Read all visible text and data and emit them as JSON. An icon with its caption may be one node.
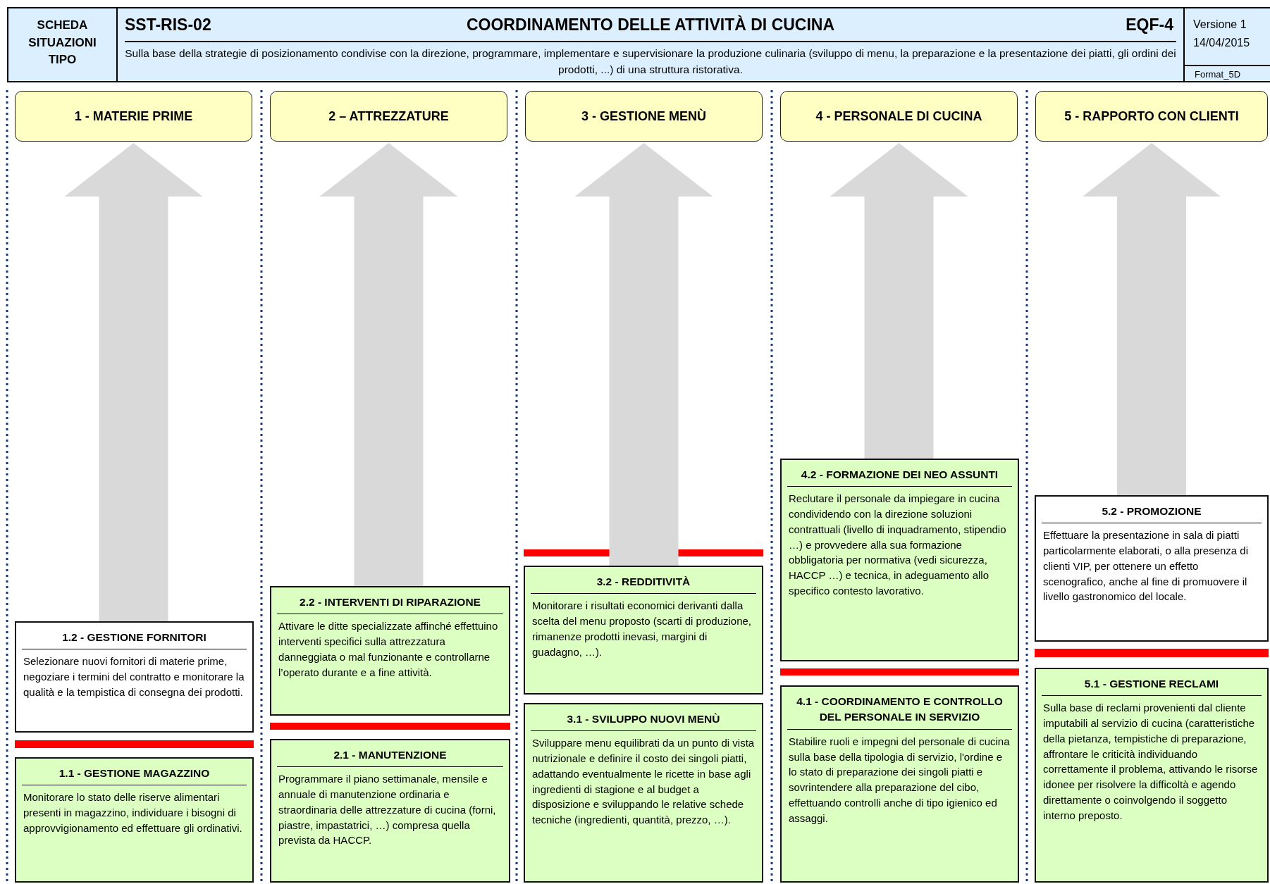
{
  "diagram": {
    "title": "COORDINAMENTO DELLE ATTIVITÀ DI CUCINA",
    "nodes": [
      {
        "text": [
          "1 - MATERIE PRIME"
        ]
      },
      {
        "text": [
          "2 – ATTREZZATURE"
        ]
      },
      {
        "text": [
          "3 - GESTIONE MENÙ"
        ]
      },
      {
        "text": [
          "4 - PERSONALE DI CUCINA"
        ]
      },
      {
        "text": [
          "5 - RAPPORTO CON CLIENTI"
        ]
      },
      {
        "text": [
          "1.2 - GESTIONE FORNITORI",
          "Selezionare nuovi fornitori di materie prime, negoziare i termini del contratto e monitorare la qualità e la tempistica di consegna dei prodotti."
        ]
      },
      {
        "text": [
          "1.1 - GESTIONE MAGAZZINO",
          "Monitorare lo stato delle riserve alimentari presenti in magazzino, individuare i bisogni di approvvigionamento ed effettuare gli ordinativi."
        ]
      },
      {
        "text": [
          "2.2 - INTERVENTI DI RIPARAZIONE",
          "Attivare le ditte specializzate affinché effettuino interventi specifici sulla attrezzatura danneggiata o mal funzionante e controllarne l’operato durante e a fine attività."
        ]
      },
      {
        "text": [
          "2.1 - MANUTENZIONE",
          "Programmare il piano settimanale, mensile e annuale di manutenzione ordinaria e straordinaria delle attrezzature di cucina (forni, piastre, impastatrici, …) compresa quella prevista da HACCP."
        ]
      },
      {
        "text": [
          "3.2 - REDDITIVITÀ",
          "Monitorare i risultati economici derivanti dalla scelta del menu proposto (scarti di produzione, rimanenze prodotti inevasi, margini di guadagno, …)."
        ]
      },
      {
        "text": [
          "3.1 - SVILUPPO NUOVI MENÙ",
          "Sviluppare menu equilibrati da un punto di vista nutrizionale e definire il costo dei singoli piatti, adattando eventualmente le ricette in base agli ingredienti di stagione e al budget a disposizione e sviluppando le relative schede tecniche (ingredienti, quantità, prezzo, …)."
        ]
      },
      {
        "text": [
          "4.2 - FORMAZIONE DEI NEO ASSUNTI",
          "Reclutare il personale da impiegare in cucina condividendo con la direzione soluzioni contrattuali (livello di inquadramento, stipendio …) e provvedere alla sua formazione obbligatoria per normativa (vedi sicurezza, HACCP …) e tecnica, in adeguamento allo specifico contesto lavorativo."
        ]
      },
      {
        "text": [
          "4.1 - COORDINAMENTO E CONTROLLO DEL PERSONALE IN SERVIZIO",
          "Stabilire ruoli e impegni del personale di cucina sulla base della tipologia di servizio, l'ordine e lo stato di preparazione dei singoli piatti e sovrintendere alla preparazione del cibo, effettuando controlli anche di tipo igienico ed assaggi."
        ]
      },
      {
        "text": [
          "5.2 - PROMOZIONE",
          "Effettuare la presentazione in sala di piatti particolarmente elaborati, o alla presenza di clienti VIP, per ottenere un effetto scenografico, anche al fine di promuovere il livello gastronomico del locale."
        ]
      },
      {
        "text": [
          "5.1 - GESTIONE RECLAMI",
          "Sulla base di reclami provenienti dal cliente imputabili al servizio di cucina (caratteristiche della pietanza, tempistiche di preparazione, affrontare le criticità individuando correttamente il problema, attivando le risorse idonee per risolvere la difficoltà e agendo direttamente o coinvolgendo il soggetto interno preposto."
        ]
      }
    ],
    "edges": [
      {
        "from": 5,
        "to": 0,
        "arrow": "to"
      },
      {
        "from": 7,
        "to": 1,
        "arrow": "to"
      },
      {
        "from": 9,
        "to": 2,
        "arrow": "to"
      },
      {
        "from": 11,
        "to": 3,
        "arrow": "to"
      },
      {
        "from": 13,
        "to": 4,
        "arrow": "to"
      }
    ],
    "labels": [
      "SCHEDA SITUAZIONI TIPO",
      "SST-RIS-02",
      "EQF-4",
      "Sulla base della strategie di posizionamento condivise con la direzione, programmare, implementare e supervisionare la produzione culinaria (sviluppo di menu, la preparazione e la presentazione dei piatti, gli ordini dei prodotti, ...) di una struttura ristorativa.",
      "Versione 1",
      "14/04/2015",
      "Format_5D"
    ]
  }
}
